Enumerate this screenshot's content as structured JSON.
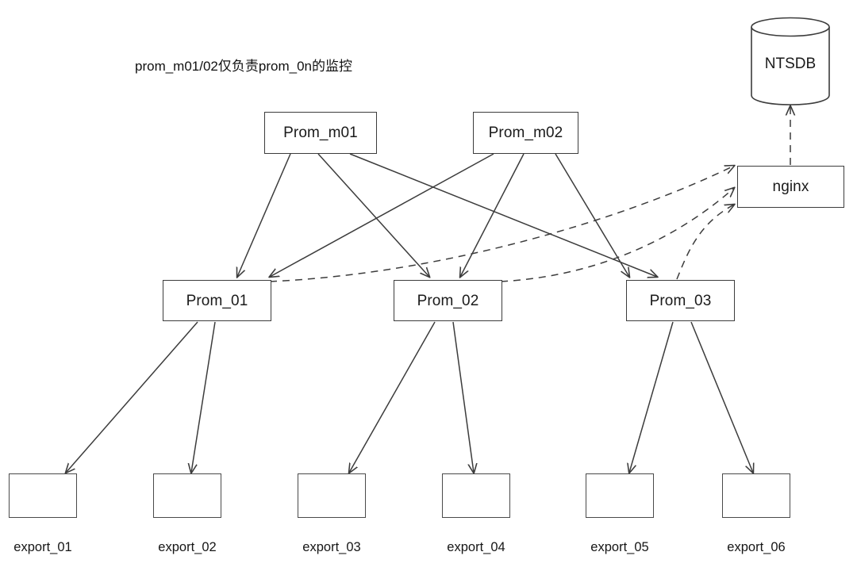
{
  "diagram": {
    "title": "prom_m01/02仅负责prom_0n的监控",
    "background_color": "#ffffff",
    "stroke_color": "#3c3c3c",
    "text_color": "#1a1a1a"
  },
  "nodes": {
    "masters": [
      {
        "id": "prom_m01",
        "label": "Prom_m01"
      },
      {
        "id": "prom_m02",
        "label": "Prom_m02"
      }
    ],
    "proms": [
      {
        "id": "prom_01",
        "label": "Prom_01"
      },
      {
        "id": "prom_02",
        "label": "Prom_02"
      },
      {
        "id": "prom_03",
        "label": "Prom_03"
      }
    ],
    "gateway": {
      "id": "nginx",
      "label": "nginx"
    },
    "database": {
      "id": "ntsdb",
      "label": "NTSDB",
      "shape": "cylinder"
    },
    "exporters": [
      {
        "id": "export_01",
        "label": "export_01"
      },
      {
        "id": "export_02",
        "label": "export_02"
      },
      {
        "id": "export_03",
        "label": "export_03"
      },
      {
        "id": "export_04",
        "label": "export_04"
      },
      {
        "id": "export_05",
        "label": "export_05"
      },
      {
        "id": "export_06",
        "label": "export_06"
      }
    ]
  },
  "edges": {
    "solid_scrape": [
      {
        "from": "prom_m01",
        "to": "prom_01"
      },
      {
        "from": "prom_m01",
        "to": "prom_02"
      },
      {
        "from": "prom_m01",
        "to": "prom_03"
      },
      {
        "from": "prom_m02",
        "to": "prom_01"
      },
      {
        "from": "prom_m02",
        "to": "prom_02"
      },
      {
        "from": "prom_m02",
        "to": "prom_03"
      },
      {
        "from": "prom_01",
        "to": "export_01"
      },
      {
        "from": "prom_01",
        "to": "export_02"
      },
      {
        "from": "prom_02",
        "to": "export_03"
      },
      {
        "from": "prom_02",
        "to": "export_04"
      },
      {
        "from": "prom_03",
        "to": "export_05"
      },
      {
        "from": "prom_03",
        "to": "export_06"
      }
    ],
    "dashed_remote_write": [
      {
        "from": "prom_01",
        "to": "nginx"
      },
      {
        "from": "prom_02",
        "to": "nginx"
      },
      {
        "from": "prom_03",
        "to": "nginx"
      },
      {
        "from": "nginx",
        "to": "ntsdb"
      }
    ]
  }
}
